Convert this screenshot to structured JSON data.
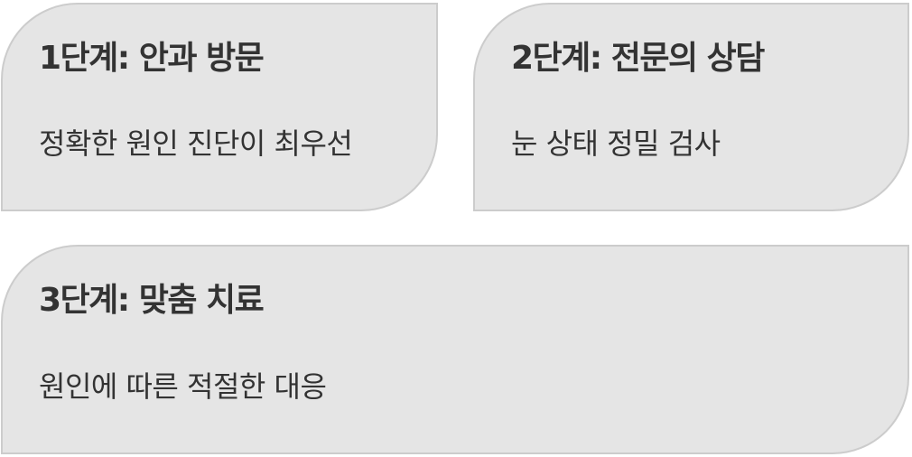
{
  "steps": [
    {
      "title": "1단계: 안과 방문",
      "description": "정확한 원인 진단이 최우선"
    },
    {
      "title": "2단계: 전문의 상담",
      "description": "눈 상태 정밀 검사"
    },
    {
      "title": "3단계: 맞춤 치료",
      "description": "원인에 따른 적절한 대응"
    }
  ],
  "colors": {
    "card_background": "#e5e5e5",
    "card_border": "#cccccc",
    "text": "#333333",
    "page_background": "#ffffff"
  }
}
